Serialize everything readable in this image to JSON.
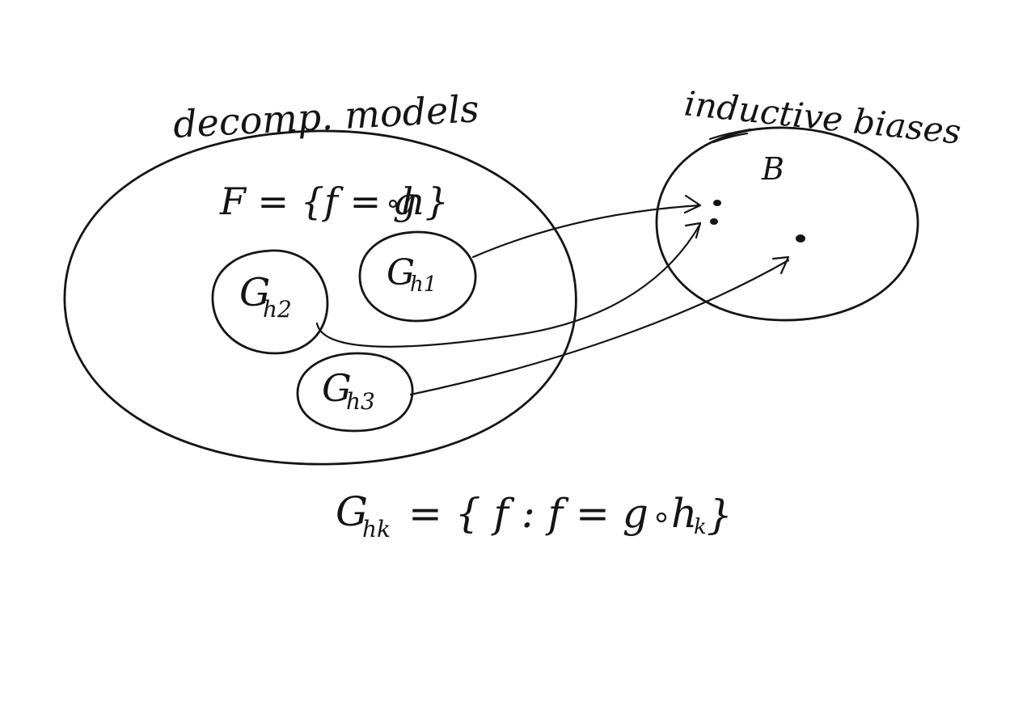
{
  "labels": {
    "decomp_models": "decomp. models",
    "inductive_biases": "inductive biases",
    "F_prefix": "F = {f = g",
    "F_suffix": "h}",
    "subset_1": {
      "name": "G",
      "sub": "h1"
    },
    "subset_2": {
      "name": "G",
      "sub": "h2"
    },
    "subset_3": {
      "name": "G",
      "sub": "h3"
    },
    "B_symbol": "B",
    "formula_G": "G",
    "formula_G_sub": "hk",
    "formula_mid": "= { f : f = g",
    "formula_h": "h",
    "formula_k": "k",
    "formula_end": "}"
  }
}
